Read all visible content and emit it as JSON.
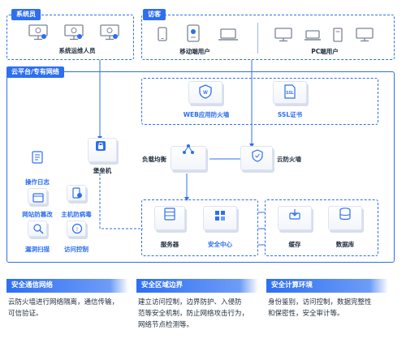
{
  "top": {
    "admin_tag": "系统员",
    "admin_label": "系统运维人员",
    "visitor_tag": "访客",
    "mobile_label": "移动端用户",
    "pc_label": "PC端用户"
  },
  "platform": {
    "tag": "云平台/专有网络",
    "waf_label": "WEB应用防火墙",
    "ssl_label": "SSL证书",
    "lb_label": "负载均衡",
    "cloud_fw_label": "云防火墙",
    "bastion_label": "堡垒机",
    "left_items": [
      "操作日志",
      "网站防篡改",
      "主机防病毒",
      "漏洞扫描",
      "访问控制"
    ],
    "server_label": "服务器",
    "security_center_label": "安全中心",
    "cache_label": "缓存",
    "db_label": "数据库"
  },
  "bottom": [
    {
      "title": "安全通信网络",
      "lines": [
        "云防火墙进行网络隔离，通信传输，",
        "可信验证。"
      ]
    },
    {
      "title": "安全区域边界",
      "lines": [
        "建立访问控制，边界防护、入侵防",
        "范等安全机制，防止网络攻击行为，",
        "网络节点检测等。"
      ]
    },
    {
      "title": "安全计算环境",
      "lines": [
        "身份鉴别，访问控制，数据完整性",
        "和保密性，安全审计等。"
      ]
    }
  ],
  "colors": {
    "accent": "#2d6ff0",
    "tile": "#f2f5fb"
  }
}
